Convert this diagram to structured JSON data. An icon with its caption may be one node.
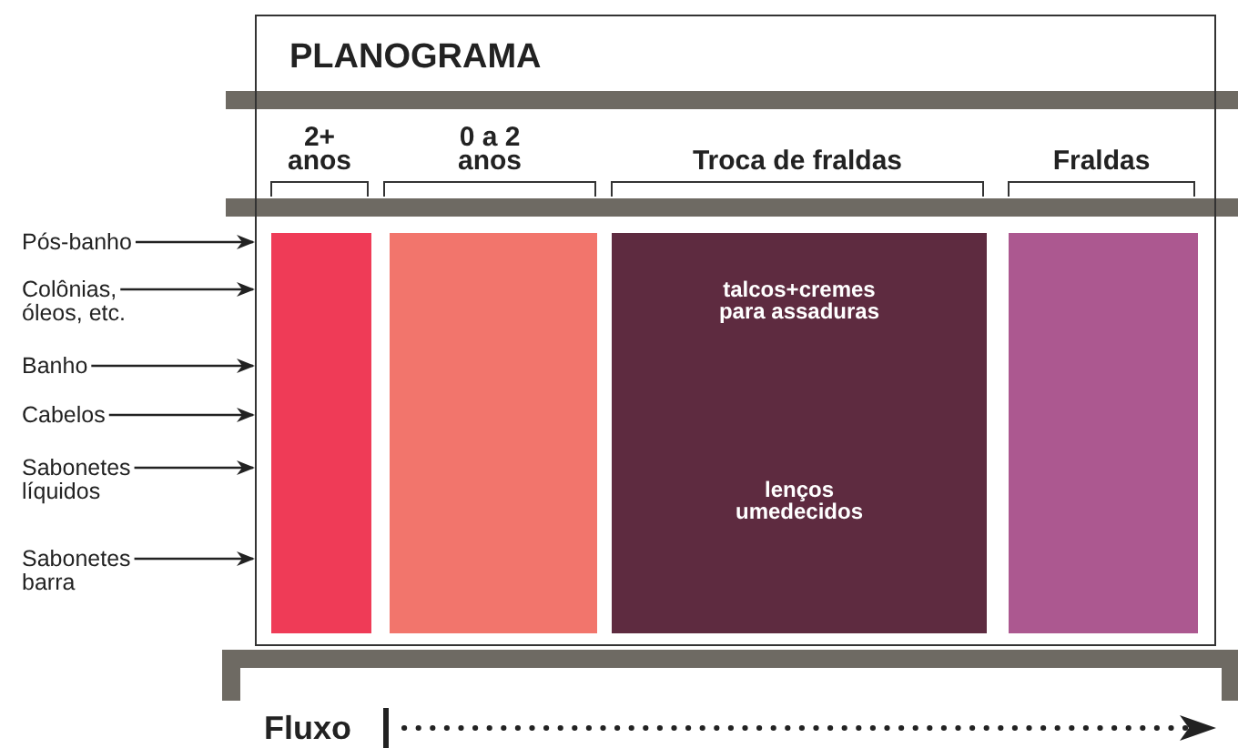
{
  "diagram": {
    "nodes": [
      {
        "text": [
          "PLANOGRAMA"
        ]
      },
      {
        "text": [],
        "shape": "bar",
        "in": 0
      },
      {
        "text": [],
        "shape": "bar",
        "in": 0
      },
      {
        "text": [
          "talcos+cremes para assaduras",
          "lenços umedecidos"
        ],
        "in": 0
      },
      {
        "text": [],
        "shape": "bar",
        "in": 0
      },
      {
        "text": [
          "Pós-banho"
        ]
      },
      {
        "text": [
          "Colônias, óleos, etc."
        ]
      },
      {
        "text": [
          "Banho"
        ]
      },
      {
        "text": [
          "Cabelos"
        ]
      },
      {
        "text": [
          "Sabonetes líquidos"
        ]
      },
      {
        "text": [
          "Sabonetes barra"
        ]
      }
    ],
    "edges": [
      {
        "from": 5,
        "to": 0,
        "arrow": "to"
      },
      {
        "from": 6,
        "to": 0,
        "arrow": "to"
      },
      {
        "from": 7,
        "to": 0,
        "arrow": "to"
      },
      {
        "from": 8,
        "to": 0,
        "arrow": "to"
      },
      {
        "from": 9,
        "to": 0,
        "arrow": "to"
      },
      {
        "from": 10,
        "to": 0,
        "arrow": "to"
      }
    ],
    "labels": [
      "2+ anos",
      "0 a 2 anos",
      "Troca de fraldas",
      "Fraldas",
      "Fluxo"
    ]
  }
}
